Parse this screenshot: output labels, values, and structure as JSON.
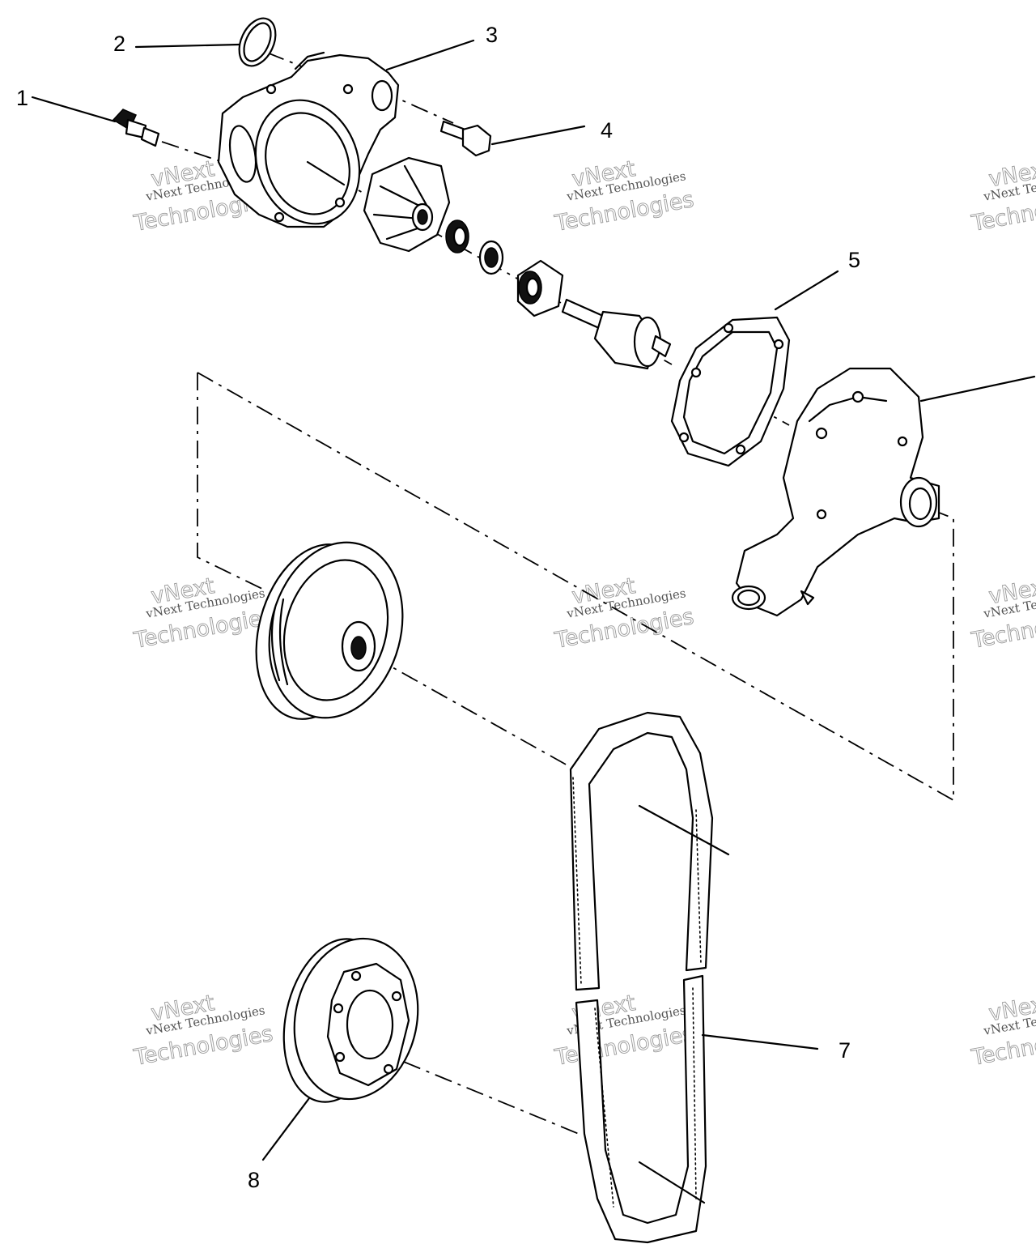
{
  "diagram": {
    "callouts": [
      "1",
      "2",
      "3",
      "4",
      "5",
      "7",
      "8"
    ],
    "watermark": {
      "line1": "vNext Technologies",
      "line2": "vNext",
      "line3": "Technologies"
    }
  }
}
